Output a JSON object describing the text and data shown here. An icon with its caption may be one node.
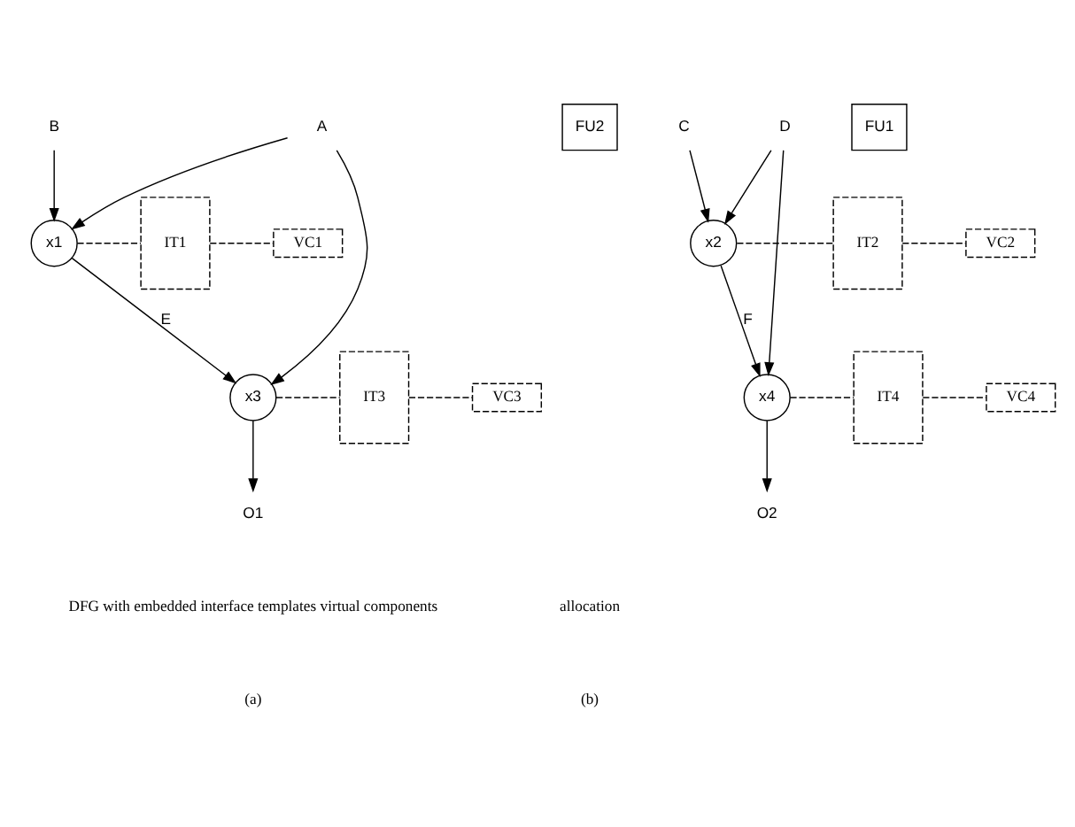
{
  "diagram": {
    "nodes": [
      {
        "text": [
          "A"
        ]
      },
      {
        "text": [
          "B"
        ]
      },
      {
        "text": [
          "C"
        ]
      },
      {
        "text": [
          "D"
        ]
      },
      {
        "text": [
          "x1"
        ]
      },
      {
        "text": [
          "x2"
        ]
      },
      {
        "text": [
          "IT1"
        ]
      },
      {
        "text": [
          "VC1"
        ]
      },
      {
        "text": [
          "IT2"
        ]
      },
      {
        "text": [
          "VC2"
        ]
      },
      {
        "text": [
          "x3"
        ]
      },
      {
        "text": [
          "x4"
        ]
      },
      {
        "text": [
          "IT3"
        ]
      },
      {
        "text": [
          "VC3"
        ]
      },
      {
        "text": [
          "IT4"
        ]
      },
      {
        "text": [
          "VC4"
        ]
      },
      {
        "text": [
          "O1"
        ]
      },
      {
        "text": [
          "O2"
        ]
      },
      {
        "text": [
          "FU1"
        ]
      },
      {
        "text": [
          "FU2"
        ]
      }
    ],
    "edges": [
      {
        "from": 0,
        "to": 4,
        "arrow": "to"
      },
      {
        "from": 1,
        "to": 4,
        "arrow": "to"
      },
      {
        "from": 2,
        "to": 5,
        "arrow": "to"
      },
      {
        "from": 3,
        "to": 5,
        "arrow": "to"
      },
      {
        "from": 4,
        "to": 6,
        "arrow": "none",
        "style": "dashed"
      },
      {
        "from": 6,
        "to": 7,
        "arrow": "none",
        "style": "dashed"
      },
      {
        "from": 5,
        "to": 8,
        "arrow": "none",
        "style": "dashed"
      },
      {
        "from": 8,
        "to": 9,
        "arrow": "none",
        "style": "dashed"
      },
      {
        "from": 0,
        "to": 10,
        "arrow": "to"
      },
      {
        "from": 4,
        "to": 10,
        "label": "E",
        "arrow": "to"
      },
      {
        "from": 5,
        "to": 11,
        "label": "F",
        "arrow": "to"
      },
      {
        "from": 3,
        "to": 11,
        "arrow": "to"
      },
      {
        "from": 10,
        "to": 12,
        "arrow": "none",
        "style": "dashed"
      },
      {
        "from": 12,
        "to": 13,
        "arrow": "none",
        "style": "dashed"
      },
      {
        "from": 11,
        "to": 14,
        "arrow": "none",
        "style": "dashed"
      },
      {
        "from": 14,
        "to": 15,
        "arrow": "none",
        "style": "dashed"
      },
      {
        "from": 10,
        "to": 16,
        "arrow": "to"
      },
      {
        "from": 11,
        "to": 17,
        "arrow": "to"
      }
    ],
    "labels": [
      "DFG with embedded interface templates virtual components",
      "allocation",
      "(a)",
      "(b)"
    ]
  }
}
